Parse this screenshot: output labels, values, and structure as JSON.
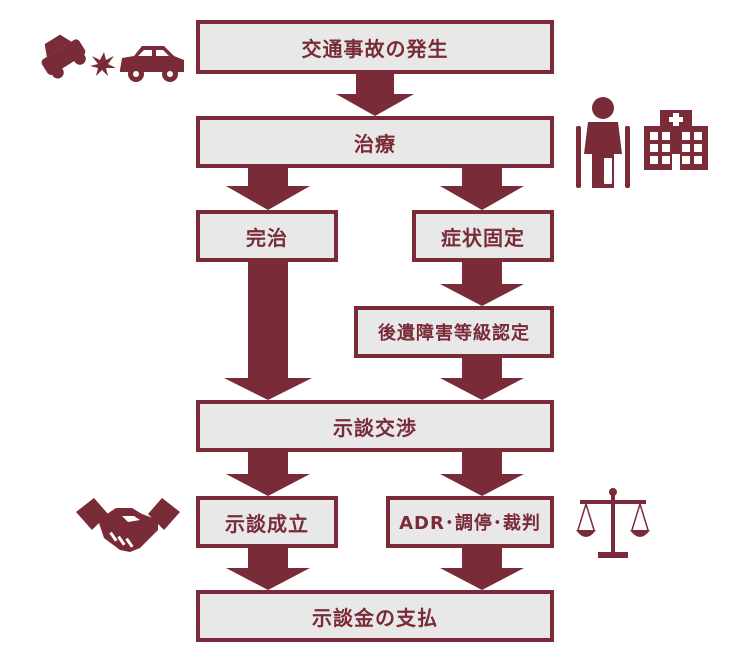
{
  "flow": {
    "accident": "交通事故の発生",
    "treatment": "治療",
    "cured": "完治",
    "symptom_fixed": "症状固定",
    "disability_cert": "後遺障害等級認定",
    "negotiation": "示談交渉",
    "settlement": "示談成立",
    "adr": "ADR･調停･裁判",
    "payment": "示談金の支払"
  },
  "colors": {
    "accent": "#7a2b38",
    "box_fill": "#e8e8e8"
  },
  "icons": [
    "car-crash-icon",
    "injured-person-icon",
    "hospital-icon",
    "handshake-icon",
    "scales-icon"
  ]
}
